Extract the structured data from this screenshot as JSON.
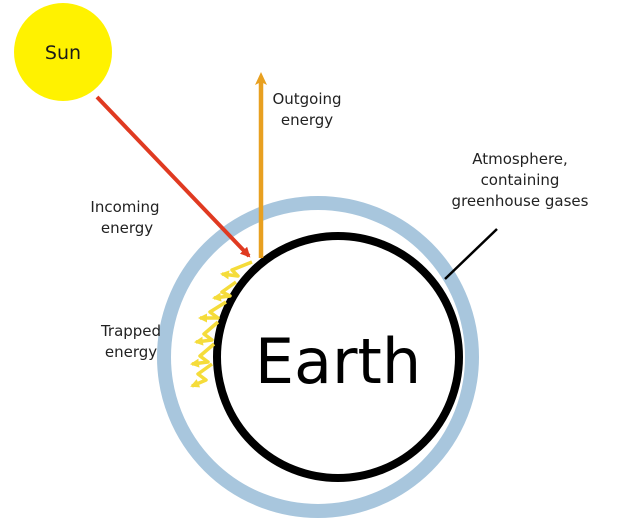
{
  "sun": {
    "label": "Sun",
    "color": "#fff200"
  },
  "earth": {
    "label": "Earth"
  },
  "labels": {
    "outgoing": [
      "Outgoing",
      "energy"
    ],
    "incoming": [
      "Incoming",
      "energy"
    ],
    "trapped": [
      "Trapped",
      "energy"
    ],
    "atmosphere": [
      "Atmosphere,",
      "containing",
      "greenhouse gases"
    ]
  },
  "colors": {
    "atmosphere": "#a8c6dd",
    "incoming_arrow": "#e03a21",
    "outgoing_arrow": "#e8a020",
    "trapped_arrows": "#f5dc3a",
    "earth_outline": "#000000"
  }
}
